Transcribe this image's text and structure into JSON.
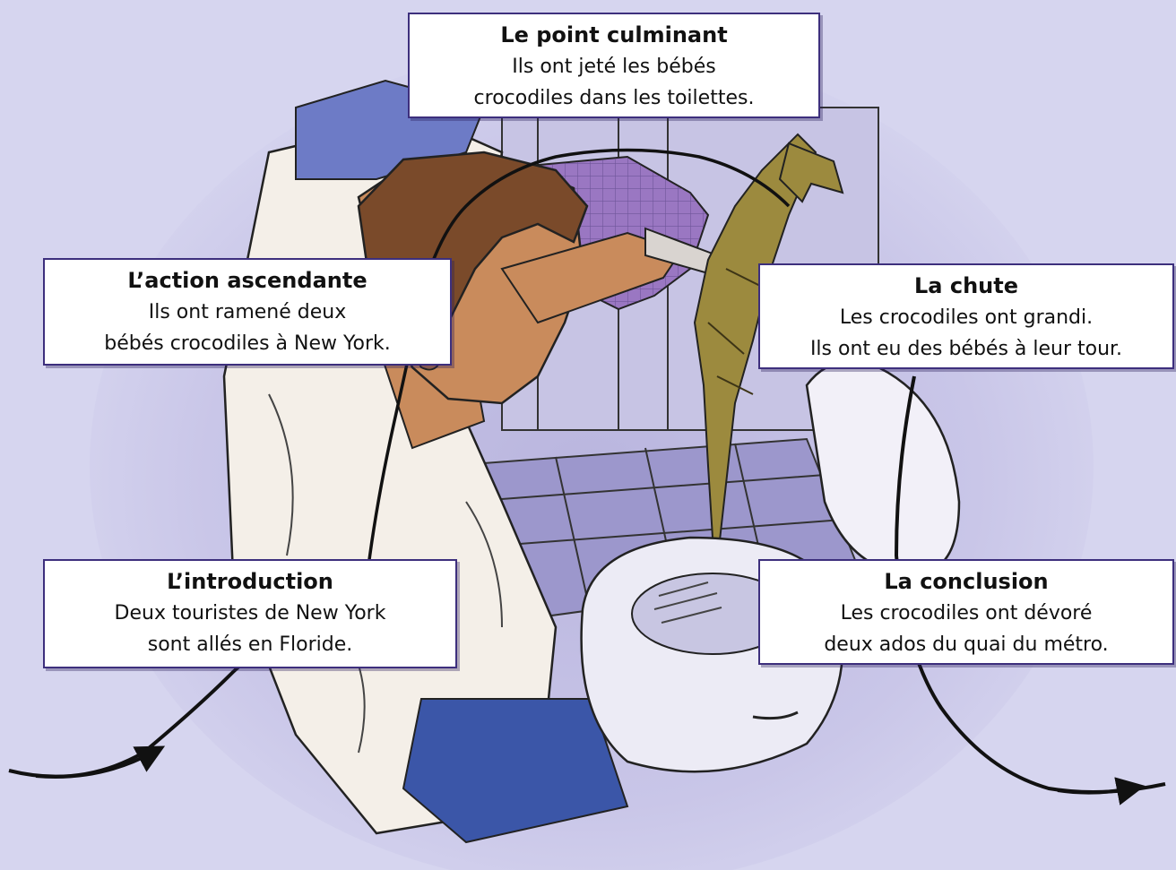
{
  "diagram": {
    "stages": {
      "climax": {
        "title": "Le point culminant",
        "lines": [
          "Ils ont jeté les bébés",
          "crocodiles dans les toilettes."
        ]
      },
      "rising_action": {
        "title": "L’action ascendante",
        "lines": [
          "Ils ont ramené deux",
          "bébés crocodiles à New York."
        ]
      },
      "falling_action": {
        "title": "La chute",
        "lines": [
          "Les crocodiles ont grandi.",
          "Ils ont eu des bébés à leur tour."
        ]
      },
      "introduction": {
        "title": "L’introduction",
        "lines": [
          "Deux touristes de New York",
          "sont allés en Floride."
        ]
      },
      "conclusion": {
        "title": "La conclusion",
        "lines": [
          "Les crocodiles ont dévoré",
          "deux ados du quai du métro."
        ]
      }
    },
    "colors": {
      "background": "#d6d5ef",
      "box_border": "#3d2f7d",
      "plot_line": "#111111",
      "vignette": "#aeaad8"
    }
  }
}
